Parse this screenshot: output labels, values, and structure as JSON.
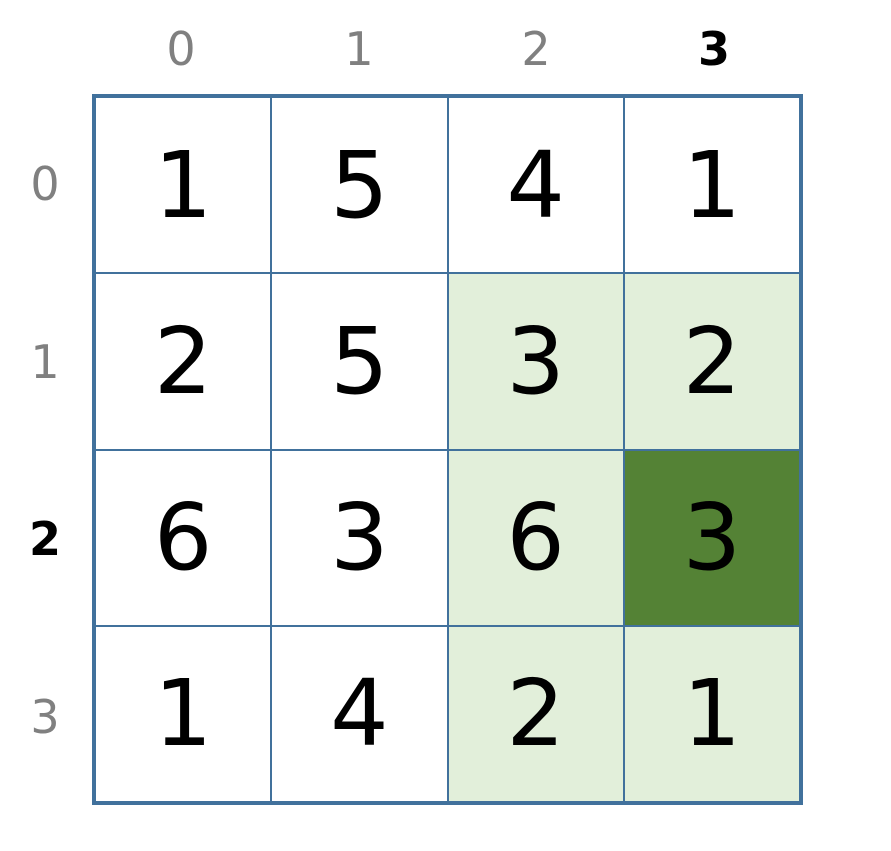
{
  "columns": [
    "0",
    "1",
    "2",
    "3"
  ],
  "rows": [
    "0",
    "1",
    "2",
    "3"
  ],
  "highlight": {
    "row": 2,
    "col": 3
  },
  "grid": [
    [
      "1",
      "5",
      "4",
      "1"
    ],
    [
      "2",
      "5",
      "3",
      "2"
    ],
    [
      "6",
      "3",
      "6",
      "3"
    ],
    [
      "1",
      "4",
      "2",
      "1"
    ]
  ],
  "colors": {
    "border": "#41719c",
    "light_fill": "#e2efda",
    "dark_fill": "#548235",
    "label_gray": "#808080"
  }
}
